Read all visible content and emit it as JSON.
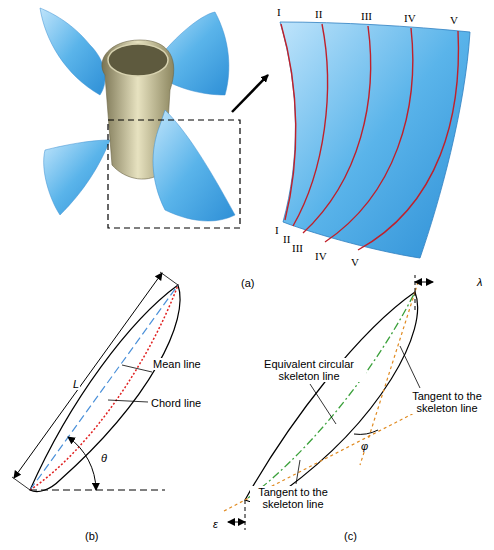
{
  "diagram": {
    "labels": [
      "I",
      "II",
      "III",
      "IV",
      "V",
      "I",
      "II",
      "III",
      "IV",
      "V",
      "(a)",
      "L",
      "Mean line",
      "Chord line",
      "θ",
      "(b)",
      "λ",
      "Equivalent circular skeleton line",
      "Tangent to the skeleton line",
      "φ",
      "Tangent to the skeleton line",
      "ε",
      "(c)"
    ]
  }
}
